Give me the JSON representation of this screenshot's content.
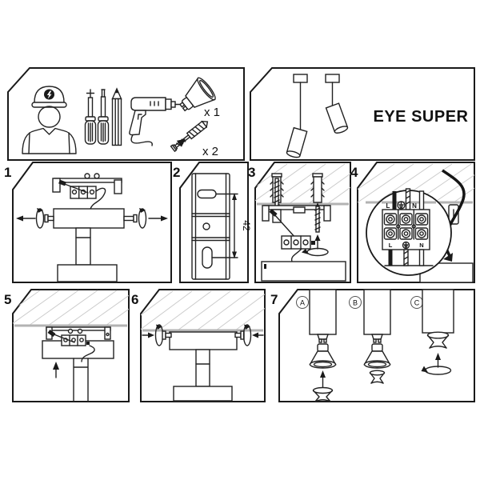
{
  "product": {
    "name": "EYE SUPER"
  },
  "kit": {
    "bulb_quantity": "x 1",
    "anchor_quantity": "x 2",
    "tool_icons": [
      "worker-hard-hat-icon",
      "phillips-screwdriver-icon",
      "flat-screwdriver-icon",
      "pencil-icon",
      "drill-icon",
      "gu10-bulb-icon",
      "wall-anchor-screw-icon"
    ]
  },
  "step_numbers": [
    "1",
    "2",
    "3",
    "4",
    "5",
    "6",
    "7"
  ],
  "step2": {
    "dimension": "42"
  },
  "wiring": {
    "live": "L",
    "neutral": "N",
    "earth_icon": "earth-ground-icon"
  },
  "step7_options": [
    "A",
    "B",
    "C"
  ],
  "colors": {
    "line": "#1a1a1a",
    "hatch": "#cccccc",
    "ceiling": "#b3b3b3",
    "background": "#ffffff"
  }
}
